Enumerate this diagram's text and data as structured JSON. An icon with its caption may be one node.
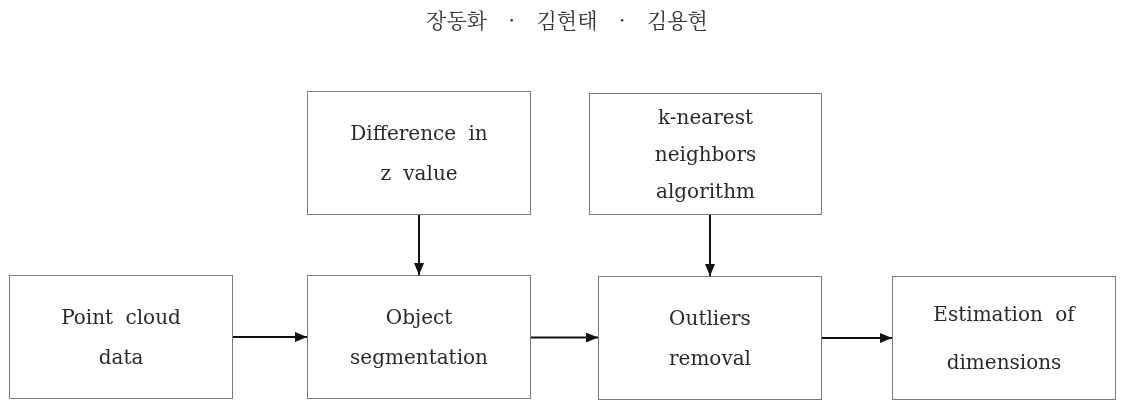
{
  "diagram": {
    "nodes": [
      {
        "text": [
          "Difference in z value"
        ]
      },
      {
        "text": [
          "k-nearest neighbors algorithm"
        ]
      },
      {
        "text": [
          "Point cloud data"
        ]
      },
      {
        "text": [
          "Object segmentation"
        ]
      },
      {
        "text": [
          "Outliers removal"
        ]
      },
      {
        "text": [
          "Estimation of dimensions"
        ]
      }
    ],
    "edges": [
      {
        "from": 0,
        "to": 3,
        "arrow": "to"
      },
      {
        "from": 1,
        "to": 4,
        "arrow": "to"
      },
      {
        "from": 2,
        "to": 3,
        "arrow": "to"
      },
      {
        "from": 3,
        "to": 4,
        "arrow": "to"
      },
      {
        "from": 4,
        "to": 5,
        "arrow": "to"
      }
    ],
    "labels": [
      "장동화 · 김현태 · 김용현"
    ]
  }
}
